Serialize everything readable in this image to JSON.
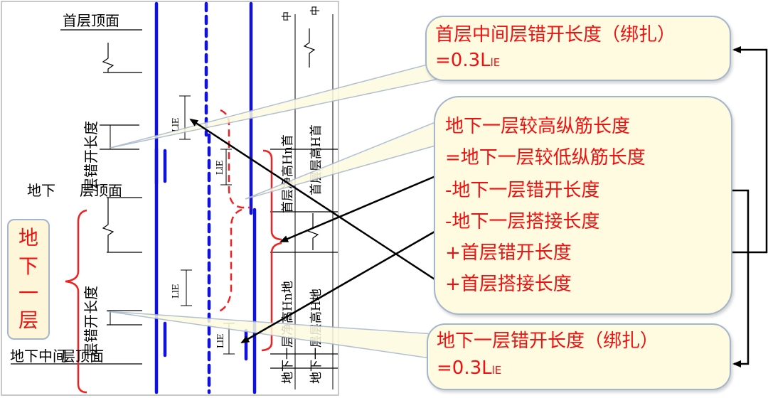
{
  "drawing": {
    "floor_top_label": "首层顶面",
    "basement_label_left": "地下",
    "basement_label_right": "一层顶面",
    "basement_label_hidden": "层顶面",
    "mid_label_left": "地下中间",
    "mid_label_right": "层顶面",
    "offset_length_upper": "层错开长度",
    "offset_length_lower": "层错开长度",
    "lap_upper": "LlE",
    "lap_mid": "LlE",
    "lap_lower_a": "LlE",
    "lap_lower_b": "LlE",
    "first_floor_clear_height": "首层净高Hn首",
    "first_floor_height": "首层层高H首",
    "basement_clear_height": "地下一层净高Hn地",
    "basement_height": "地下一层层高H地",
    "top_right_mark_a": "中",
    "top_right_mark_b": "中"
  },
  "floor_tag": {
    "chars": [
      "地",
      "下",
      "一",
      "层"
    ]
  },
  "callouts": {
    "first_floor": {
      "line1": "首层中间层错开长度（绑扎）",
      "line2_prefix": "=0.3L",
      "line2_sub": "lE"
    },
    "main": {
      "lines": [
        "地下一层较高纵筋长度",
        "=地下一层较低纵筋长度",
        "-地下一层错开长度",
        "-地下一层搭接长度",
        "+首层错开长度",
        "+首层搭接长度"
      ]
    },
    "basement": {
      "line1": "地下一层错开长度（绑扎）",
      "line2_prefix": "=0.3L",
      "line2_sub": "lE"
    }
  },
  "colors": {
    "callout_text": "#ee1111",
    "rebar": "#1111dd",
    "dashed_bracket": "#ee2222",
    "callout_fill": "#fefbe0",
    "callout_border": "#a4b6cc"
  }
}
